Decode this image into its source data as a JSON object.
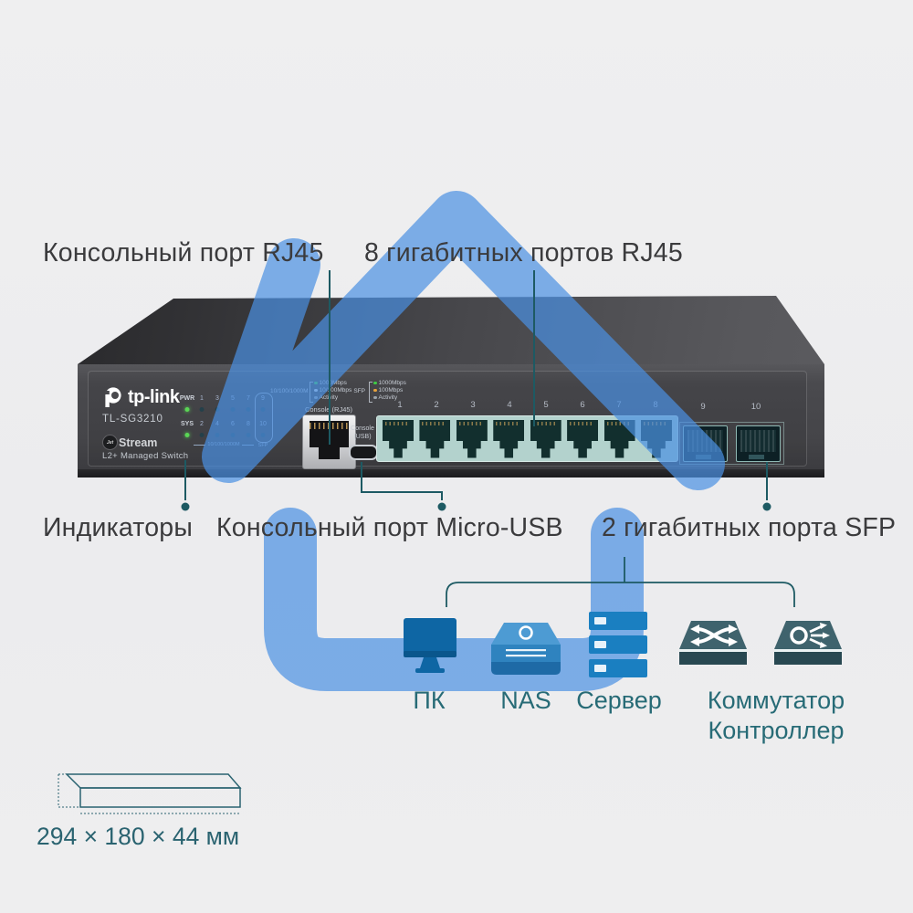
{
  "top_labels": {
    "console_rj45": "Консольный порт RJ45",
    "gigabit_ports": "8 гигабитных портов RJ45"
  },
  "bottom_labels": {
    "indicators": "Индикаторы",
    "console_usb": "Консольный порт Micro-USB",
    "sfp_ports": "2 гигабитных порта SFP"
  },
  "switch": {
    "brand": "tp-link",
    "model": "TL-SG3210",
    "series_badge": "Jet",
    "series": "Stream",
    "subtitle": "L2+ Managed Switch",
    "leds": {
      "row1_label": "PWR",
      "row2_label": "SYS",
      "row1_ports": [
        "1",
        "3",
        "5",
        "7"
      ],
      "row2_ports": [
        "2",
        "4",
        "6",
        "8"
      ],
      "sfp_top": "9",
      "sfp_bottom": "10",
      "group_label": "10/100/1000M",
      "sfp_group_label": "SFP"
    },
    "legend_copper": {
      "label": "10/100/1000M",
      "items": [
        {
          "dot": "green",
          "text": "1000Mbps"
        },
        {
          "dot": "white",
          "text": "10/100Mbps"
        },
        {
          "dot": "gray",
          "text": "Activity"
        }
      ]
    },
    "legend_sfp": {
      "label": "SFP",
      "items": [
        {
          "dot": "green",
          "text": "1000Mbps"
        },
        {
          "dot": "amber",
          "text": "100Mbps"
        },
        {
          "dot": "gray",
          "text": "Activity"
        }
      ]
    },
    "console_rj45_label": "Console (RJ45)",
    "console_usb_label_line1": "Console",
    "console_usb_label_line2": "(USB)",
    "port_numbers": [
      "1",
      "2",
      "3",
      "4",
      "5",
      "6",
      "7",
      "8"
    ],
    "sfp_numbers": [
      "9",
      "10"
    ]
  },
  "connected_devices": {
    "pc": "ПК",
    "nas": "NAS",
    "server": "Сервер",
    "switch": "Коммутатор",
    "controller": "Контроллер"
  },
  "dimensions_label": "294 × 180 × 44 мм",
  "colors": {
    "ribbon_blue": "#4a90e2",
    "pointer_teal": "#1d5a63",
    "label_dark": "#3b3b3d",
    "device_label_teal": "#276b76",
    "led_green": "#3ecb44",
    "led_amber": "#e8a33d"
  }
}
